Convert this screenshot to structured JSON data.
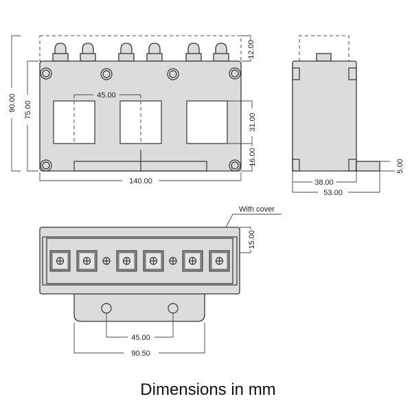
{
  "front_view": {
    "dim_height_total": "90.00",
    "dim_height_body": "75.00",
    "dim_top_terminals": "12.00",
    "dim_window_pitch": "45.00",
    "dim_window_height": "31.00",
    "dim_window_bottom": "16.00",
    "dim_width": "140.00"
  },
  "side_view": {
    "dim_foot_height": "5.00",
    "dim_depth_body": "38.00",
    "dim_depth_total": "53.00"
  },
  "bottom_view": {
    "cover_label": "With cover",
    "dim_cover_height": "15.00",
    "dim_hole_pitch": "45.00",
    "dim_bracket_width": "90.50"
  },
  "caption": "Dimensions in mm"
}
